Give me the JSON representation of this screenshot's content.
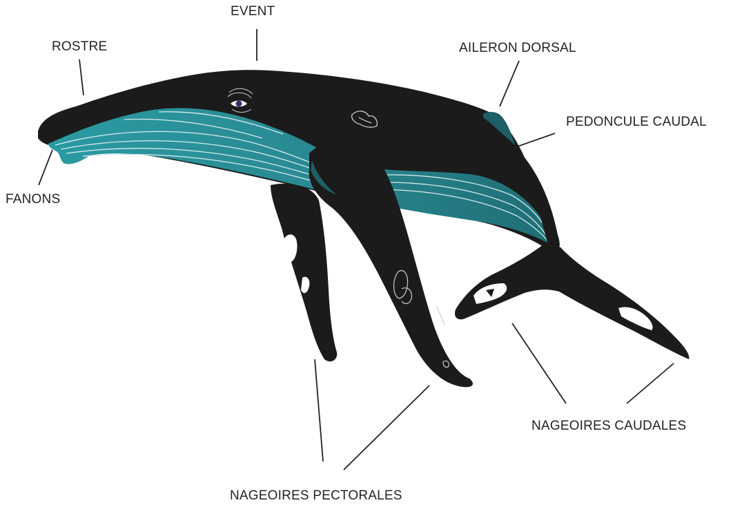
{
  "labels": {
    "event": "EVENT",
    "rostre": "ROSTRE",
    "aileron_dorsal": "AILERON DORSAL",
    "pedoncule_caudal": "PEDONCULE CAUDAL",
    "fanons": "FANONS",
    "nageoires_caudales": "NAGEOIRES CAUDALES",
    "nageoires_pectorales": "NAGEOIRES PECTORALES"
  },
  "colors": {
    "body": "#1b1b1b",
    "belly": "#2a8a93",
    "belly_dark": "#1d5f66",
    "grooves": "#d8ecee",
    "leader_lines": "#222222",
    "text": "#222222"
  }
}
